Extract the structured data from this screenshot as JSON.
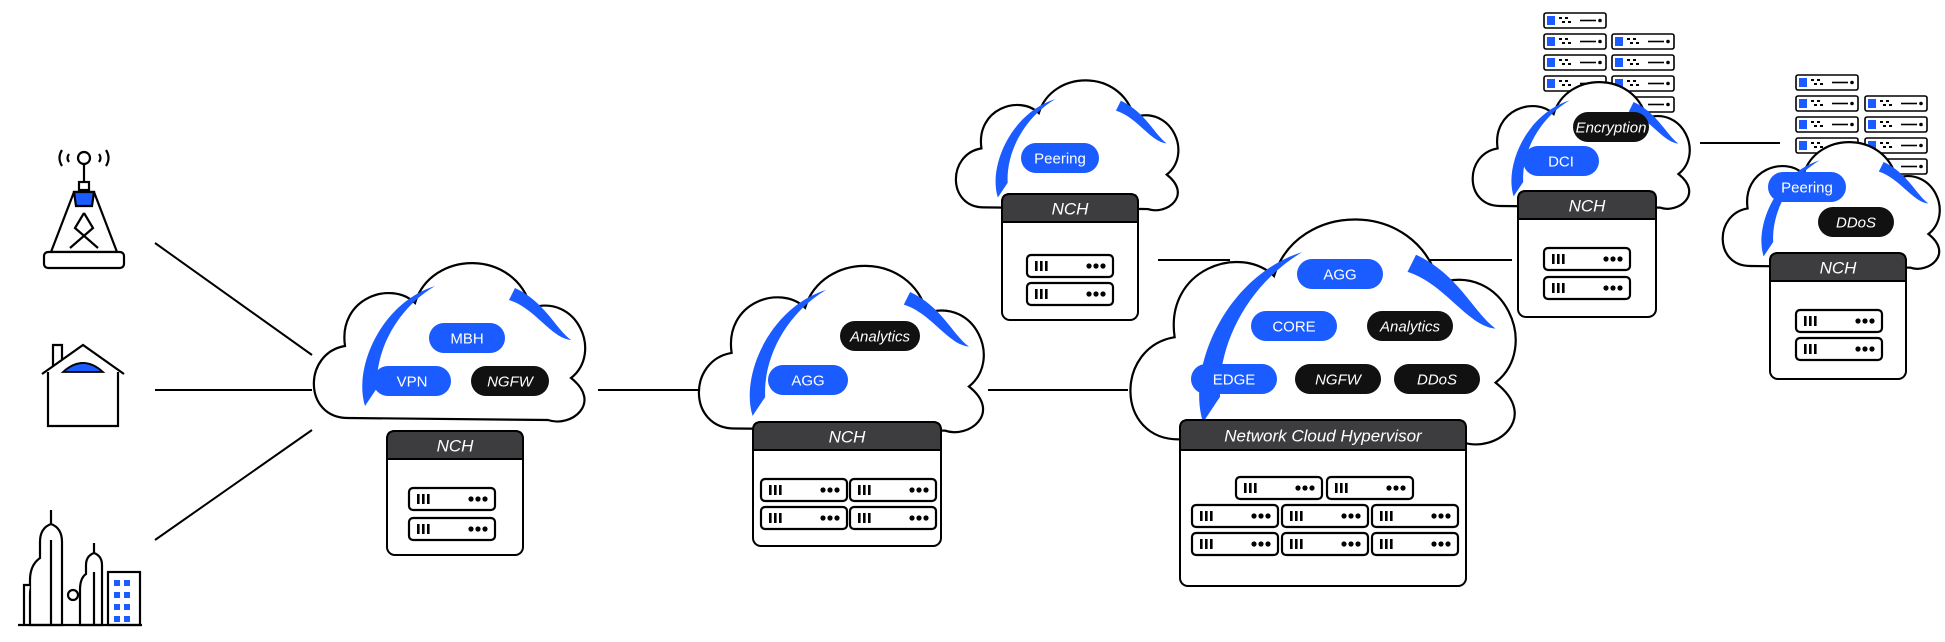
{
  "colors": {
    "accent": "#1a5cff",
    "dark": "#111111",
    "header": "#3d3d3f",
    "line": "#000000"
  },
  "endpoints": [
    {
      "icon": "cell-tower-icon"
    },
    {
      "icon": "home-icon"
    },
    {
      "icon": "city-buildings-icon"
    }
  ],
  "clouds": [
    {
      "id": "access",
      "services": [
        {
          "label": "MBH",
          "style": "blue"
        },
        {
          "label": "VPN",
          "style": "blue"
        },
        {
          "label": "NGFW",
          "style": "black"
        }
      ],
      "header": "NCH",
      "servers": 2
    },
    {
      "id": "aggregation",
      "services": [
        {
          "label": "Analytics",
          "style": "black"
        },
        {
          "label": "AGG",
          "style": "blue"
        }
      ],
      "header": "NCH",
      "servers": 4
    },
    {
      "id": "peering-top",
      "services": [
        {
          "label": "Peering",
          "style": "blue"
        }
      ],
      "header": "NCH",
      "servers": 2
    },
    {
      "id": "core",
      "services": [
        {
          "label": "AGG",
          "style": "blue"
        },
        {
          "label": "CORE",
          "style": "blue"
        },
        {
          "label": "Analytics",
          "style": "black"
        },
        {
          "label": "EDGE",
          "style": "blue"
        },
        {
          "label": "NGFW",
          "style": "black"
        },
        {
          "label": "DDoS",
          "style": "black"
        }
      ],
      "header": "Network Cloud Hypervisor",
      "servers": 8
    },
    {
      "id": "dci",
      "services": [
        {
          "label": "Encryption",
          "style": "black"
        },
        {
          "label": "DCI",
          "style": "blue"
        }
      ],
      "header": "NCH",
      "servers": 2
    },
    {
      "id": "peering-right",
      "services": [
        {
          "label": "Peering",
          "style": "blue"
        },
        {
          "label": "DDoS",
          "style": "black"
        }
      ],
      "header": "NCH",
      "servers": 2
    }
  ]
}
